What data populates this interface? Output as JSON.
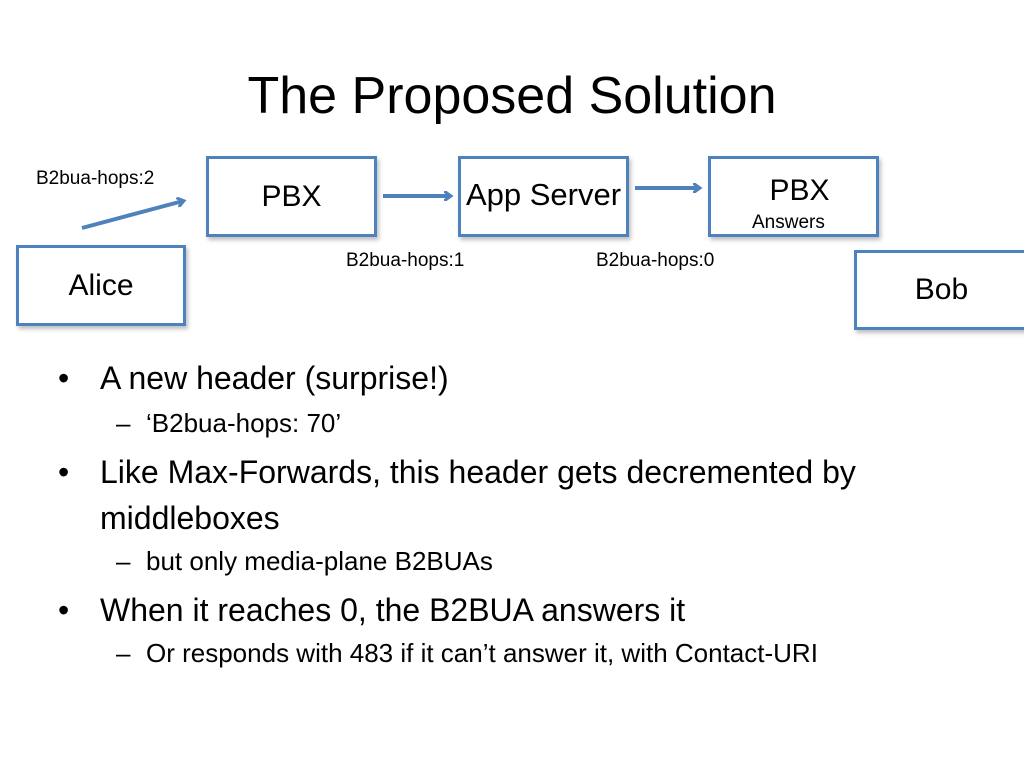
{
  "title": "The Proposed Solution",
  "diagram": {
    "nodes": {
      "alice": "Alice",
      "pbx1": "PBX",
      "app_server": "App Server",
      "pbx2": "PBX",
      "bob": "Bob"
    },
    "answers_note": "Answers",
    "hop_labels": {
      "alice_to_pbx": "B2bua-hops:2",
      "pbx_to_app": "B2bua-hops:1",
      "app_to_pbx": "B2bua-hops:0"
    },
    "colors": {
      "box_border": "#4f81bd",
      "arrow": "#4f81bd"
    }
  },
  "bullets": [
    {
      "text": "A new header (surprise!)",
      "subs": [
        "‘B2bua-hops: 70’"
      ]
    },
    {
      "text": "Like Max-Forwards, this header gets decremented by middleboxes",
      "subs": [
        "but only media-plane B2BUAs"
      ]
    },
    {
      "text": "When it reaches 0, the B2BUA answers it",
      "subs": [
        "Or responds with 483 if it can’t answer it, with Contact-URI"
      ]
    }
  ],
  "markers": {
    "bullet": "•",
    "dash": "–"
  }
}
